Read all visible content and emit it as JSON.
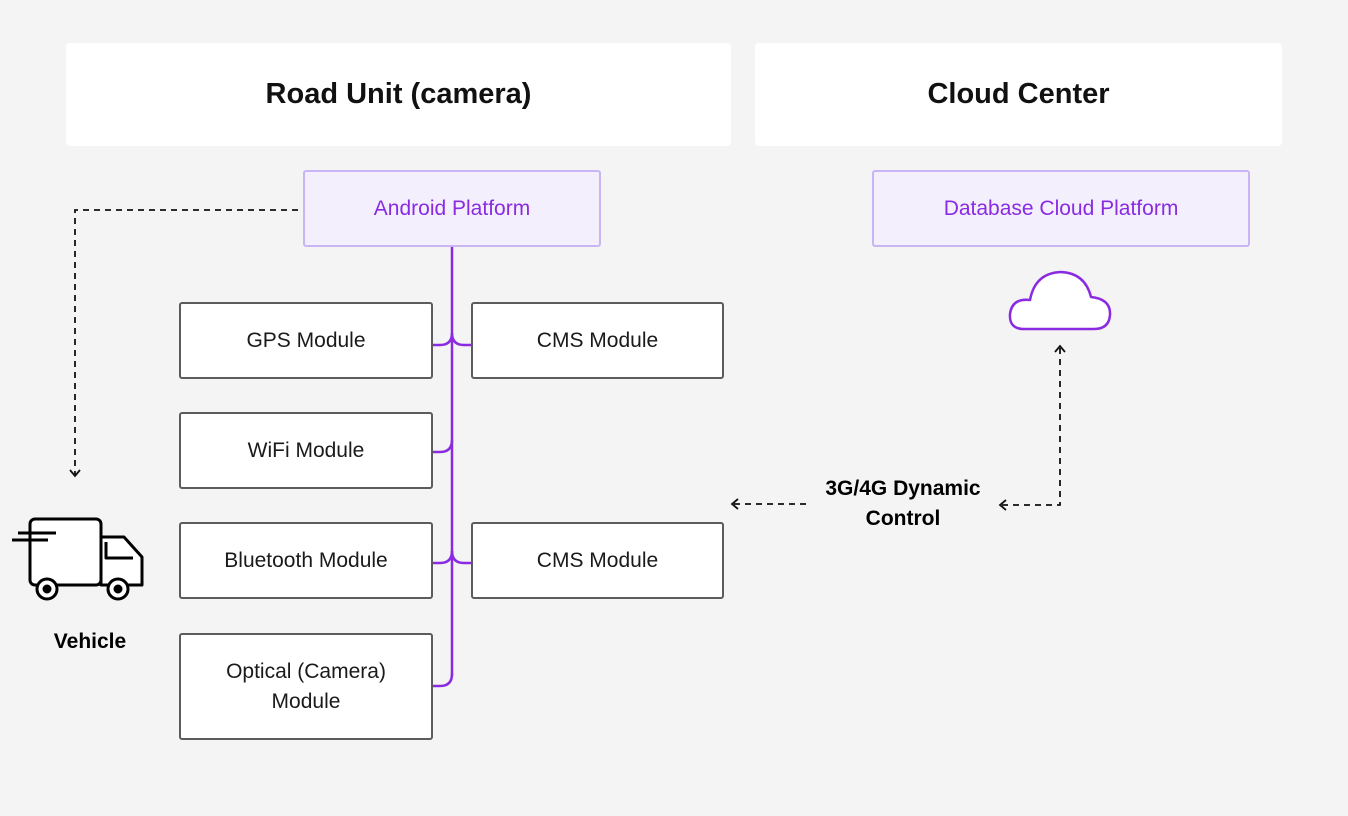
{
  "road_unit": {
    "title": "Road Unit (camera)"
  },
  "cloud_center": {
    "title": "Cloud Center"
  },
  "android_platform": {
    "label": "Android Platform"
  },
  "database_platform": {
    "label": "Database Cloud Platform"
  },
  "modules": {
    "gps": "GPS Module",
    "cms_top": "CMS Module",
    "wifi": "WiFi Module",
    "bluetooth": "Bluetooth Module",
    "cms_bottom": "CMS Module",
    "optical_line1": "Optical (Camera)",
    "optical_line2": "Module"
  },
  "vehicle": {
    "label": "Vehicle"
  },
  "connection": {
    "line1": "3G/4G Dynamic",
    "line2": "Control"
  },
  "colors": {
    "accent": "#8a2be2",
    "platform_fill": "#f3effc",
    "platform_border": "#c9b5f4",
    "module_border": "#5c5c5c",
    "background": "#f4f4f4"
  },
  "icons": {
    "vehicle": "truck-icon",
    "cloud": "cloud-icon"
  }
}
